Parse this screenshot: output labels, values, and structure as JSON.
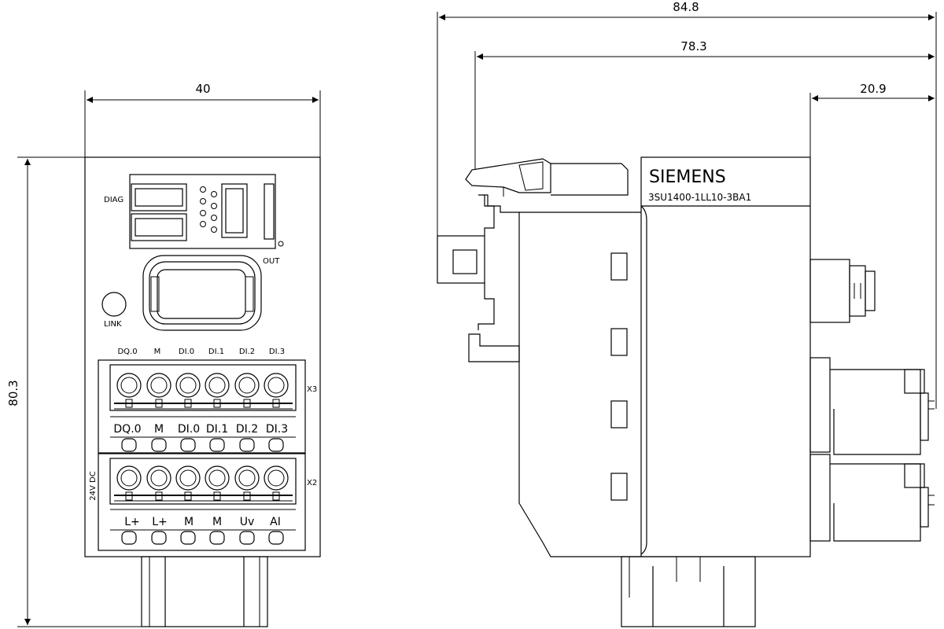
{
  "dimensions": {
    "width_front": "40",
    "height": "80.3",
    "depth_total": "84.8",
    "depth_rail": "78.3",
    "connector_depth": "20.9"
  },
  "front": {
    "diag_label": "DIAG",
    "out_label": "OUT",
    "link_label": "LINK",
    "x3_label": "X3",
    "x2_label": "X2",
    "supply_label": "24V DC",
    "x3_header": [
      "DQ.0",
      "M",
      "DI.0",
      "DI.1",
      "DI.2",
      "DI.3"
    ],
    "x3_terminals": [
      "DQ.0",
      "M",
      "DI.0",
      "DI.1",
      "DI.2",
      "DI.3"
    ],
    "x2_terminals": [
      "L+",
      "L+",
      "M",
      "M",
      "Uv",
      "AI"
    ]
  },
  "side": {
    "brand": "SIEMENS",
    "part_number": "3SU1400-1LL10-3BA1"
  }
}
